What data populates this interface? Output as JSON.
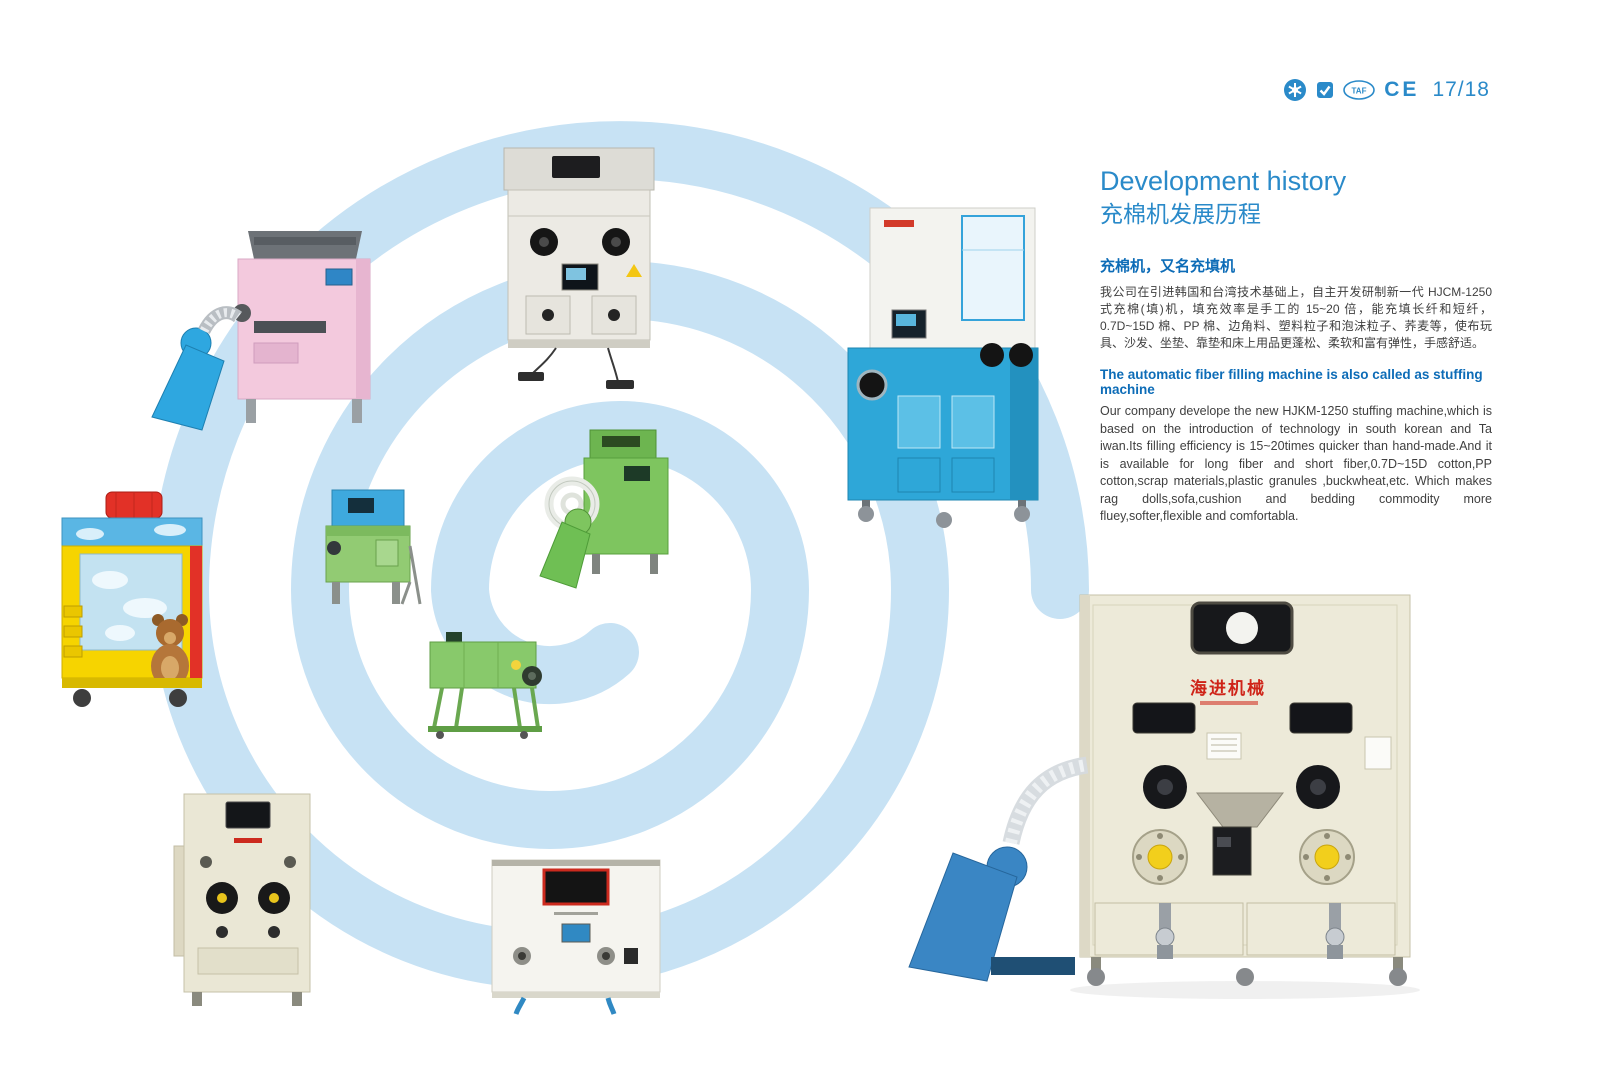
{
  "header": {
    "page_number": "17/18",
    "certifications": {
      "taf": "TAF",
      "ce": "CE"
    }
  },
  "article": {
    "title_en": "Development history",
    "title_zh": "充棉机发展历程",
    "section_zh": {
      "heading": "充棉机，又名充填机",
      "body": "我公司在引进韩国和台湾技术基础上，自主开发研制新一代 HJCM-1250 式充棉(填)机，填充效率是手工的 15~20 倍，能充填长纤和短纤，0.7D~15D 棉、PP 棉、边角料、塑料粒子和泡沫粒子、荞麦等，使布玩具、沙发、坐垫、靠垫和床上用品更蓬松、柔软和富有弹性，手感舒适。"
    },
    "section_en": {
      "heading": "The automatic fiber filling machine is also called as stuffing machine",
      "body": "Our company develope the new HJKM-1250 stuffing machine,which is based on the introduction of technology in south korean and Ta iwan.Its filling efficiency is 15~20times quicker than hand-made.And it is available for long fiber and short fiber,0.7D~15D cotton,PP cotton,scrap materials,plastic granules ,buckwheat,etc. Which makes rag dolls,sofa,cushion and bedding commodity more fluey,softer,flexible and comfortabla."
    }
  },
  "machines": {
    "brand_label": "海进机械"
  },
  "colors": {
    "accent_blue": "#2a8ac9",
    "heading_blue": "#0d6cb7",
    "spiral_blue": "#c7e2f4"
  }
}
